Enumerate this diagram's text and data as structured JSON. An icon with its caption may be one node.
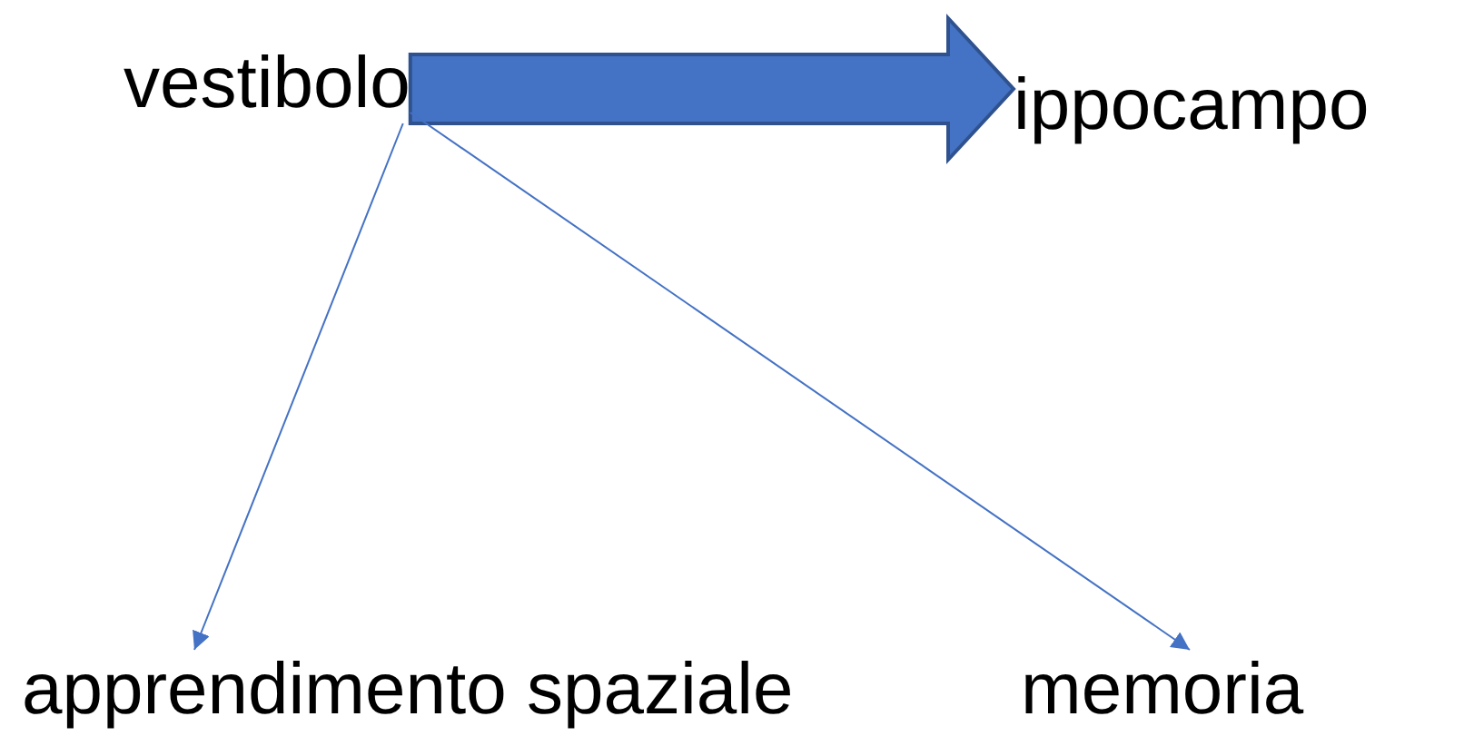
{
  "diagram": {
    "nodes": [
      {
        "text": [
          "vestibolo"
        ]
      },
      {
        "text": [
          "ippocampo"
        ]
      },
      {
        "text": [
          "apprendimento spaziale"
        ]
      },
      {
        "text": [
          "memoria"
        ]
      }
    ],
    "edges": [
      {
        "from": 0,
        "to": 1,
        "arrow": "to",
        "style": "thick"
      },
      {
        "from": 0,
        "to": 2,
        "arrow": "to"
      },
      {
        "from": 0,
        "to": 3,
        "arrow": "to"
      }
    ]
  }
}
